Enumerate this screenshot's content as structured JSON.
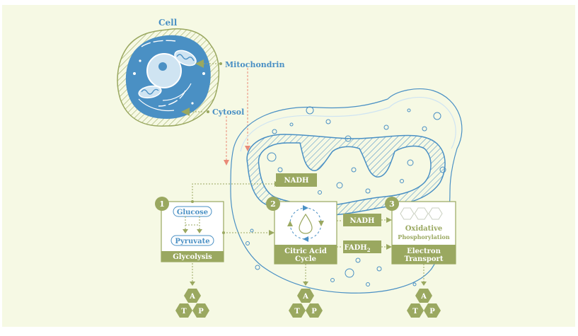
{
  "colors": {
    "background": "#f6f9e4",
    "green": "#9aa860",
    "blue": "#4a90c4",
    "light_blue": "#cfe4f2",
    "arrow_red": "#e98a78"
  },
  "cell": {
    "title": "Cell",
    "mitochondrion_label": "Mitochondrin",
    "cytosol_label": "Cytosol"
  },
  "steps": [
    {
      "number": "1",
      "title": "Glycolysis",
      "items": [
        "Glucose",
        "Pyruvate"
      ]
    },
    {
      "number": "2",
      "title_line1": "Citric Acid",
      "title_line2": "Cycle"
    },
    {
      "number": "3",
      "title_line1": "Electron",
      "title_line2": "Transport",
      "sub_line1": "Oxidative",
      "sub_line2": "Phosphorylation"
    }
  ],
  "carriers": {
    "nadh_top": "NADH",
    "nadh_mid": "NADH",
    "fadh": "FADH",
    "fadh_subscript": "2"
  },
  "atp": {
    "a": "A",
    "t": "T",
    "p": "P"
  }
}
